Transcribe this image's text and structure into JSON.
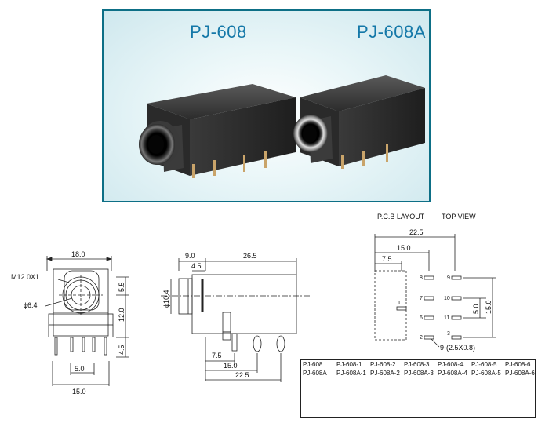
{
  "photo": {
    "title_left": "PJ-608",
    "title_right": "PJ-608A"
  },
  "layout_headers": {
    "pcb": "P.C.B LAYOUT",
    "top": "TOP VIEW"
  },
  "front_view": {
    "width": "18.0",
    "thread": "M12.0X1",
    "hole": "ϕ6.4",
    "dim_right_top": "5.5",
    "dim_right_mid": "12.0",
    "dim_right_bottom": "4.5",
    "pin_pitch": "5.0",
    "pin_span": "15.0"
  },
  "side_view": {
    "dim_9": "9.0",
    "dim_45": "4.5",
    "dim_265": "26.5",
    "dia": "ϕ10.4",
    "dim_75": "7.5",
    "dim_15": "15.0",
    "dim_225": "22.5"
  },
  "pcb_view": {
    "dim_225": "22.5",
    "dim_15": "15.0",
    "dim_75": "7.5",
    "dim_5": "5.0",
    "dim_15v": "15.0",
    "pins": [
      "8",
      "9",
      "7",
      "10",
      "1",
      "6",
      "11",
      "2",
      "3"
    ],
    "hole_note": "9-(2.5X0.8)"
  },
  "model_table": {
    "row1": [
      "PJ-608",
      "PJ-608-1",
      "PJ-608-2",
      "PJ-608-3",
      "PJ-608-4",
      "PJ-608-5",
      "PJ-608-6"
    ],
    "row2": [
      "PJ-608A",
      "PJ-608A-1",
      "PJ-608A-2",
      "PJ-608A-3",
      "PJ-608A-4",
      "PJ-608A-5",
      "PJ-608A-6"
    ]
  }
}
